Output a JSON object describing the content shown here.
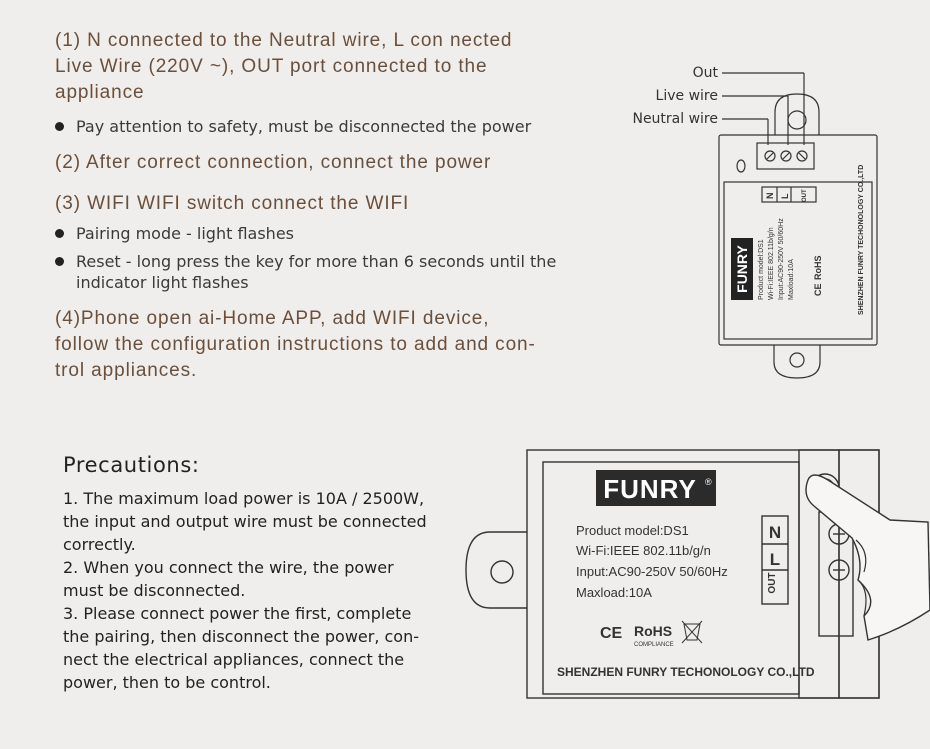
{
  "instructions": {
    "step1": [
      "(1) N connected to the Neutral  wire, L con  nected",
      "Live Wire (220V ~), OUT port connected to the",
      "appliance"
    ],
    "bullet1": "Pay attention to safety, must be disconnected the power",
    "step2": "(2) After correct connection, connect the power",
    "step3": "(3) WIFI  WIFI switch connect the WIFI",
    "bullet_pairing": "Pairing mode - light flashes",
    "bullet_reset": [
      "Reset - long press the key for more than 6 seconds until the",
      "indicator light flashes"
    ],
    "step4": [
      "(4)Phone open ai-Home APP, add WIFI device,",
      "follow the configuration instructions to add and con-",
      "trol appliances."
    ]
  },
  "precautions": {
    "title": "Precautions:",
    "lines": [
      "1. The maximum load power is 10A / 2500W,",
      "the input and output wire must be connected",
      "correctly.",
      "2. When you connect the wire, the power",
      "must be disconnected.",
      "3. Please connect power the first, complete",
      "the pairing, then disconnect the power, con-",
      "nect the electrical appliances, connect the",
      "power, then to be control."
    ]
  },
  "wiring_labels": {
    "out": "Out",
    "live": "Live wire",
    "neutral": "Neutral wire"
  },
  "device": {
    "brand": "FUNRY",
    "registered": "®",
    "model": "Product model:DS1",
    "wifi": "Wi-Fi:IEEE 802.11b/g/n",
    "input": "Input:AC90-250V 50/60Hz",
    "maxload": "Maxload:10A",
    "ce": "CE",
    "rohs": "RoHS",
    "rohs_sub": "COMPLIANCE",
    "maker": "SHENZHEN FUNRY TECHONOLOGY CO.,LTD",
    "terminal_n": "N",
    "terminal_l": "L",
    "terminal_out": "OUT"
  }
}
